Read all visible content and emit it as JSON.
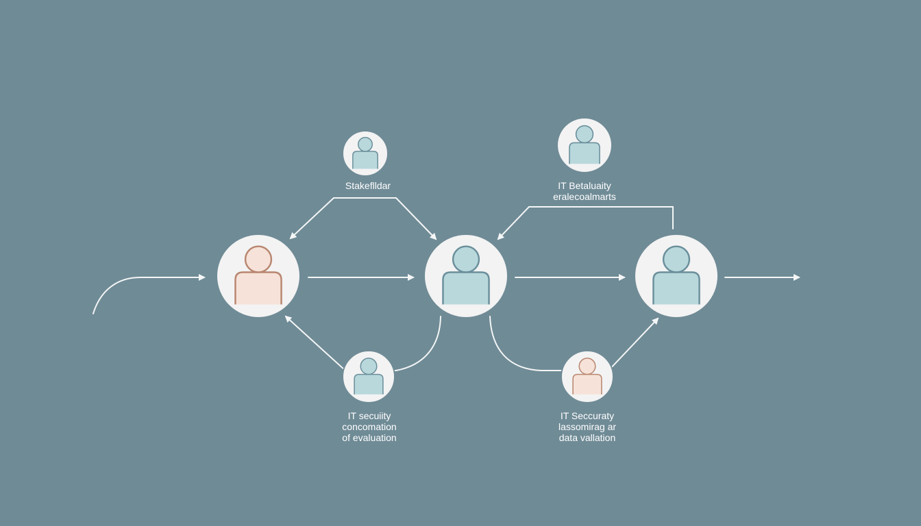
{
  "colors": {
    "background": "#6f8b96",
    "connector": "#f4f6f6",
    "node_fill": "#f3f3f3",
    "node_ring": "#6f8b96",
    "person_blue_fill": "#b9d8dc",
    "person_blue_stroke": "#6a8f9b",
    "person_peach_fill": "#f6e2d8",
    "person_peach_stroke": "#b98670"
  },
  "labels": {
    "top_left": {
      "line1": "Stakeflldar"
    },
    "top_right": {
      "line1": "IT Betaluaity",
      "line2": "eralecoalmarts"
    },
    "bottom_left": {
      "line1": "IT secuiity",
      "line2": "concomation",
      "line3": "of evaluation"
    },
    "bottom_right": {
      "line1": "IT Seccuraty",
      "line2": "lassomirag ar",
      "line3": "data vallation"
    }
  },
  "nodes": [
    {
      "id": "main-1",
      "variant": "peach",
      "icon": "person-icon"
    },
    {
      "id": "main-2",
      "variant": "blue",
      "icon": "person-icon"
    },
    {
      "id": "main-3",
      "variant": "blue",
      "icon": "person-icon"
    },
    {
      "id": "top-left",
      "variant": "blue",
      "icon": "person-icon"
    },
    {
      "id": "top-right",
      "variant": "blue",
      "icon": "person-icon"
    },
    {
      "id": "bottom-left",
      "variant": "blue",
      "icon": "person-icon"
    },
    {
      "id": "bottom-right",
      "variant": "peach",
      "icon": "person-icon"
    }
  ]
}
